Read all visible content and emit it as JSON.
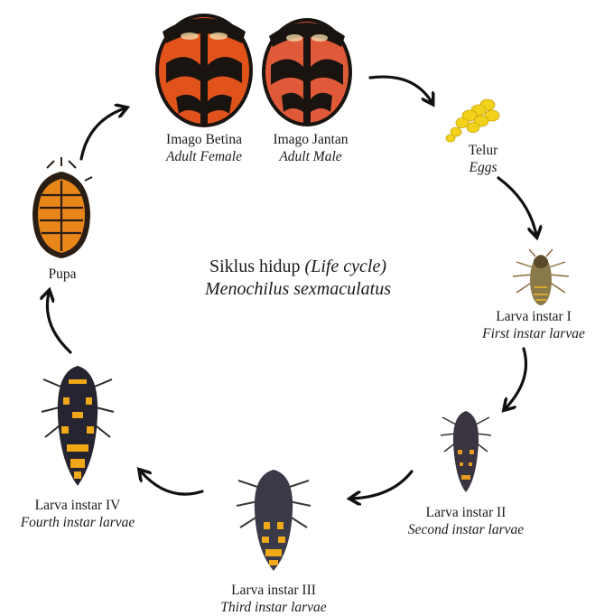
{
  "title": {
    "line1_regular": "Siklus hidup",
    "line1_italic": "(Life cycle)",
    "line2_species": "Menochilus sexmaculatus"
  },
  "stages": {
    "adult_female": {
      "id_label": "Imago Betina",
      "en_label": "Adult Female"
    },
    "adult_male": {
      "id_label": "Imago Jantan",
      "en_label": "Adult Male"
    },
    "eggs": {
      "id_label": "Telur",
      "en_label": "Eggs"
    },
    "larva1": {
      "id_label": "Larva instar I",
      "en_label": "First instar larvae"
    },
    "larva2": {
      "id_label": "Larva instar II",
      "en_label": "Second instar larvae"
    },
    "larva3": {
      "id_label": "Larva instar III",
      "en_label": "Third instar larvae"
    },
    "larva4": {
      "id_label": "Larva instar IV",
      "en_label": "Fourth instar larvae"
    },
    "pupa": {
      "id_label": "Pupa"
    }
  },
  "colors": {
    "beetle_orange": "#e2531c",
    "beetle_black": "#1a1410",
    "egg_yellow": "#f2d21a",
    "larva_dark": "#2e2a30",
    "larva_yellow": "#f0a818",
    "pupa_orange": "#e8861a"
  }
}
